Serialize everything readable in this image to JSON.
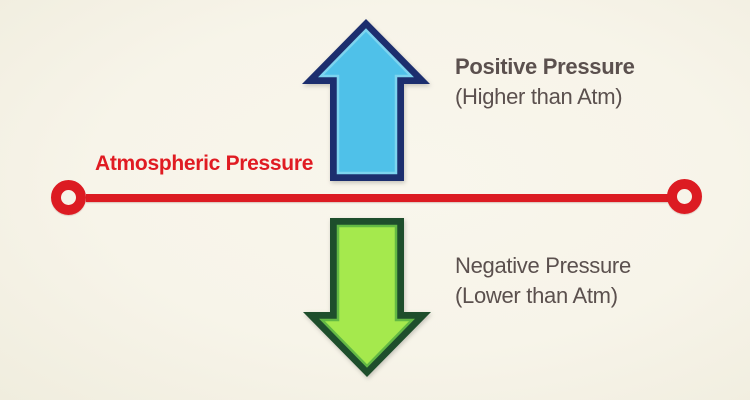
{
  "diagram": {
    "baseline_label": "Atmospheric Pressure",
    "positive_pressure": {
      "title": "Positive Pressure",
      "subtitle": "(Higher than Atm)"
    },
    "negative_pressure": {
      "title": "Negative Pressure",
      "subtitle": "(Lower than Atm)"
    }
  },
  "colors": {
    "background_cream": "#f7f4e9",
    "line_red": "#dc1b22",
    "label_red": "#e01b22",
    "text_gray": "#5b504e",
    "up_arrow_fill": "#4fc1e9",
    "up_arrow_outline": "#1c2e6e",
    "up_arrow_inner_edge": "#7dd4ef",
    "down_arrow_fill": "#a5e94d",
    "down_arrow_outline": "#1e4e2c",
    "down_arrow_inner_edge": "#63b944"
  }
}
